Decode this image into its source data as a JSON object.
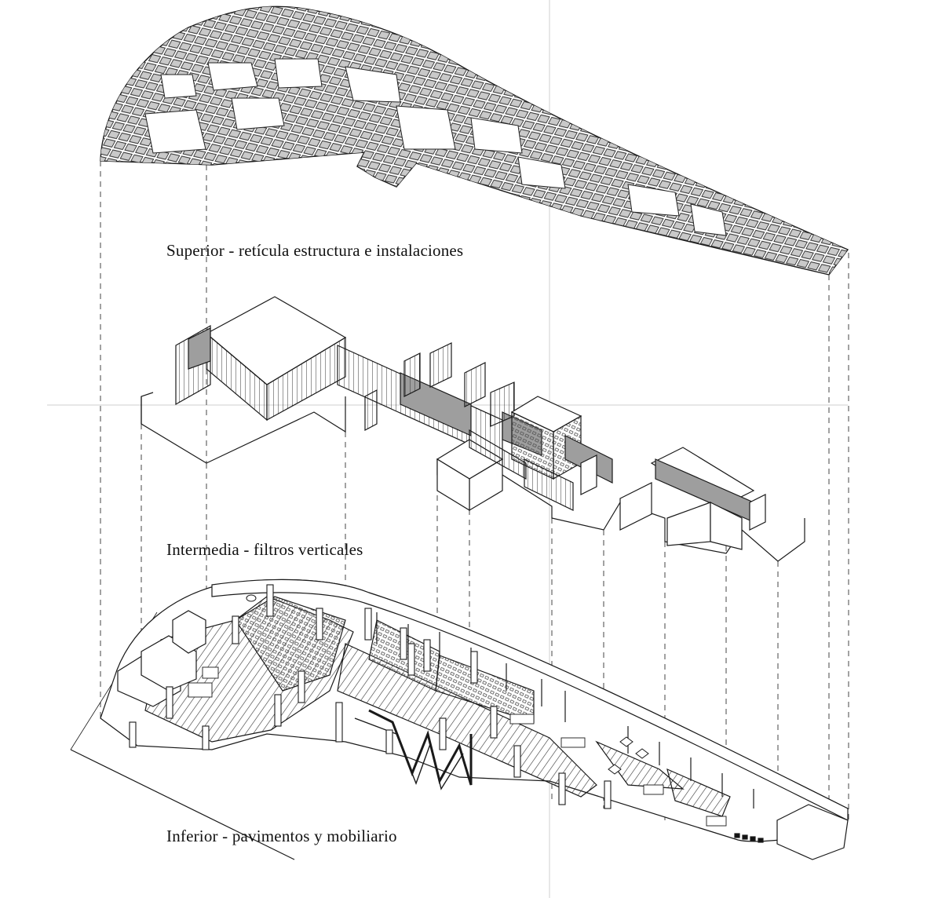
{
  "labels": {
    "superior": "Superior - retícula estructura e instalaciones",
    "intermedia": "Intermedia - filtros verticales",
    "inferior": "Inferior - pavimentos y mobiliario"
  },
  "colors": {
    "line": "#1a1a1a",
    "grid_fill": "#bdbdbd",
    "filter_fill": "#9e9e9e",
    "hatch": "#333333",
    "background": "#ffffff"
  }
}
